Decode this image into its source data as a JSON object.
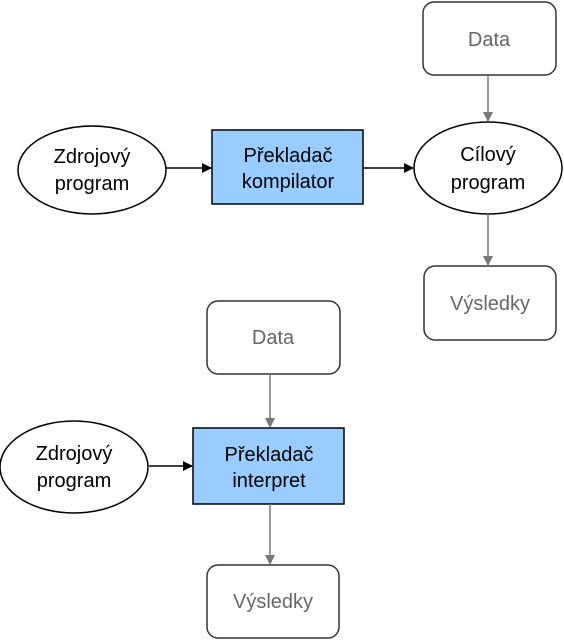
{
  "diagram_compiler": {
    "data_box": "Data",
    "source_line1": "Zdrojový",
    "source_line2": "program",
    "translator_line1": "Překladač",
    "translator_line2": "kompilator",
    "target_line1": "Cílový",
    "target_line2": "program",
    "results_box": "Výsledky"
  },
  "diagram_interpreter": {
    "data_box": "Data",
    "source_line1": "Zdrojový",
    "source_line2": "program",
    "translator_line1": "Překladač",
    "translator_line2": "interpret",
    "results_box": "Výsledky"
  },
  "colors": {
    "translator_fill": "#99ccff",
    "outline": "#000000",
    "soft_box_outline": "#333333",
    "soft_text": "#666666",
    "connector_gray": "#777777"
  }
}
